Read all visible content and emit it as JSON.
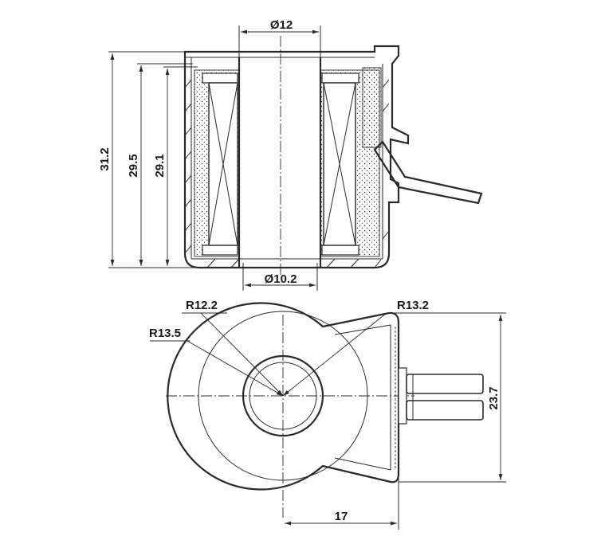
{
  "drawing": {
    "top_view": {
      "dim_inner_top_diameter": "Ø12",
      "dim_inner_bottom_diameter": "Ø10.2",
      "dim_height_overall": "31.2",
      "dim_height_body": "29.5",
      "dim_height_coil": "29.1"
    },
    "bottom_view": {
      "dim_radius_inner": "R12.2",
      "dim_radius_outer": "R13.5",
      "dim_radius_right": "R13.2",
      "dim_width": "23.7",
      "dim_offset": "17"
    }
  },
  "colors": {
    "line": "#2a2a2a",
    "background": "#ffffff"
  }
}
